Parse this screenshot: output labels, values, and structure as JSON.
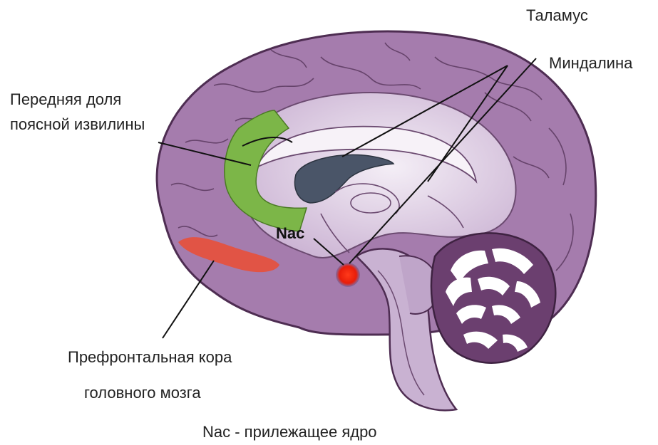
{
  "labels": {
    "thalamus": "Таламус",
    "amygdala": "Миндалина",
    "acc_line1": "Передняя доля",
    "acc_line2": "поясной извилины",
    "nac": "Nac",
    "pfc_line1": "Префронтальная кора",
    "pfc_line2": "головного мозга",
    "caption": "Nac - прилежащее ядро"
  },
  "colors": {
    "cortex": "#a77fb0",
    "inner": "#dccae4",
    "anterior_cingulate": "#7cb648",
    "prefrontal": "#e8503a",
    "thalamus": "#4a5568",
    "nac": "#ff2a10",
    "cerebellum": "#6b3f6f"
  }
}
